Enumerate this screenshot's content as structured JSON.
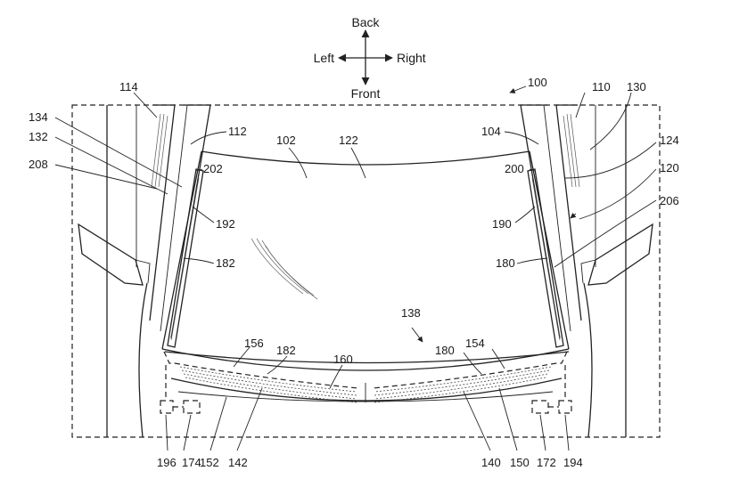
{
  "compass": {
    "back": "Back",
    "left": "Left",
    "right": "Right",
    "front": "Front"
  },
  "labels": {
    "n100": "100",
    "n102": "102",
    "n104": "104",
    "n110": "110",
    "n112": "112",
    "n114": "114",
    "n120": "120",
    "n122": "122",
    "n124": "124",
    "n130": "130",
    "n132": "132",
    "n134": "134",
    "n138": "138",
    "n140": "140",
    "n142": "142",
    "n150": "150",
    "n152": "152",
    "n154": "154",
    "n156": "156",
    "n160": "160",
    "n172": "172",
    "n174": "174",
    "n180a": "180",
    "n180b": "180",
    "n182a": "182",
    "n182b": "182",
    "n190": "190",
    "n192": "192",
    "n194": "194",
    "n196": "196",
    "n200": "200",
    "n202": "202",
    "n206": "206",
    "n208": "208"
  }
}
